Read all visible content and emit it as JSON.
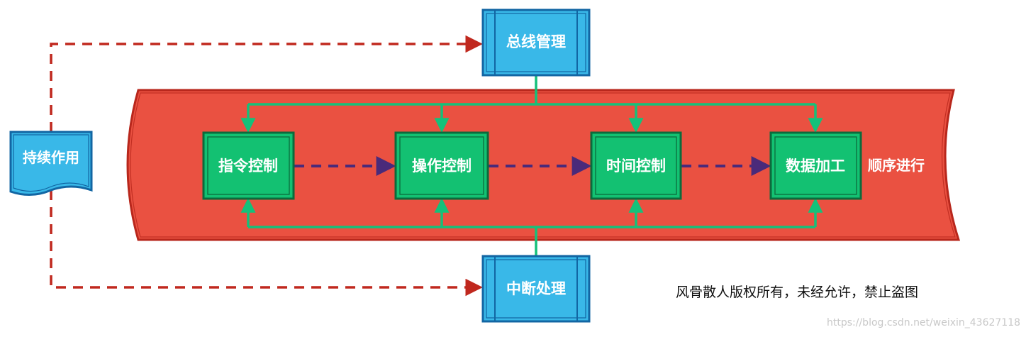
{
  "nodes": {
    "bus_management": "总线管理",
    "interrupt_handling": "中断处理",
    "continuous_action": "持续作用",
    "instruction_control": "指令控制",
    "operation_control": "操作控制",
    "time_control": "时间控制",
    "data_processing": "数据加工"
  },
  "band_label": "顺序进行",
  "copyright": "风骨散人版权所有，未经允许，禁止盗图",
  "watermark": "https://blog.csdn.net/weixin_43627118",
  "colors": {
    "band_fill": "#ea5141",
    "band_stroke": "#b8271c",
    "green_box": "#13c172",
    "green_stroke": "#0b6b3c",
    "blue_box": "#39b8e8",
    "blue_stroke": "#1266a3",
    "connector": "#14c17a",
    "dashed_red": "#c0281e",
    "dashed_purple": "#4a2a7a"
  }
}
